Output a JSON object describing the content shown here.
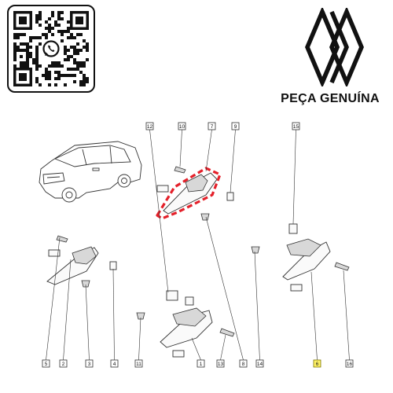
{
  "brand": {
    "tagline": "PEÇA GENUÍNA",
    "logo_icon": "renault-diamond-icon",
    "accent_color": "#111111"
  },
  "qr": {
    "icon": "whatsapp-icon"
  },
  "diagram": {
    "callouts": [
      "1",
      "2",
      "3",
      "4",
      "5",
      "6",
      "7",
      "8",
      "9",
      "10",
      "11",
      "12",
      "13",
      "14",
      "15",
      "16"
    ],
    "highlighted_callout": "6",
    "highlight_color": "#fff266",
    "dashed_outline_color": "#e4202a"
  }
}
